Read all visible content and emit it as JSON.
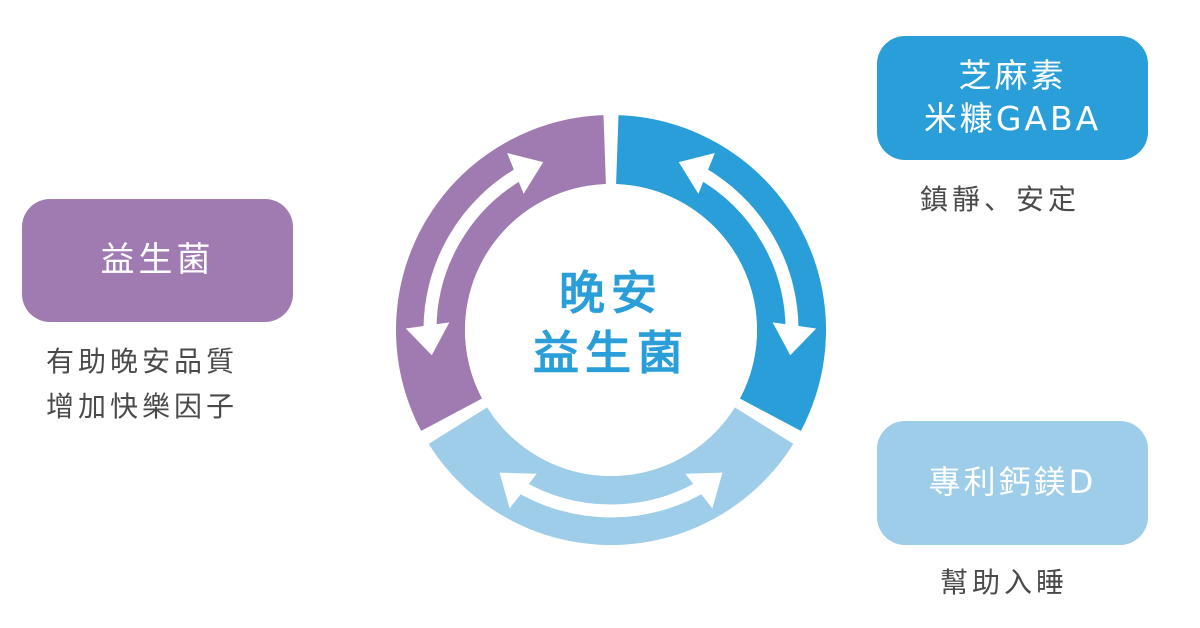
{
  "center": {
    "line1": "晚安",
    "line2": "益生菌"
  },
  "nodes": {
    "probiotic": {
      "title": "益生菌",
      "desc_line1": "有助晚安品質",
      "desc_line2": "增加快樂因子"
    },
    "sesame": {
      "title_line1": "芝麻素",
      "title_line2": "米糠GABA",
      "desc": "鎮靜、安定"
    },
    "calcium": {
      "title": "專利鈣鎂D",
      "desc": "幫助入睡"
    }
  },
  "colors": {
    "purple": "#a07bb1",
    "blue": "#2a9ed8",
    "light_blue": "#9ecdea",
    "center_text": "#2a9ed8",
    "desc_text": "#4a4a4a",
    "arrow": "#ffffff"
  },
  "icons": {
    "cycle_arrows": "double-headed-arrow-icon"
  }
}
